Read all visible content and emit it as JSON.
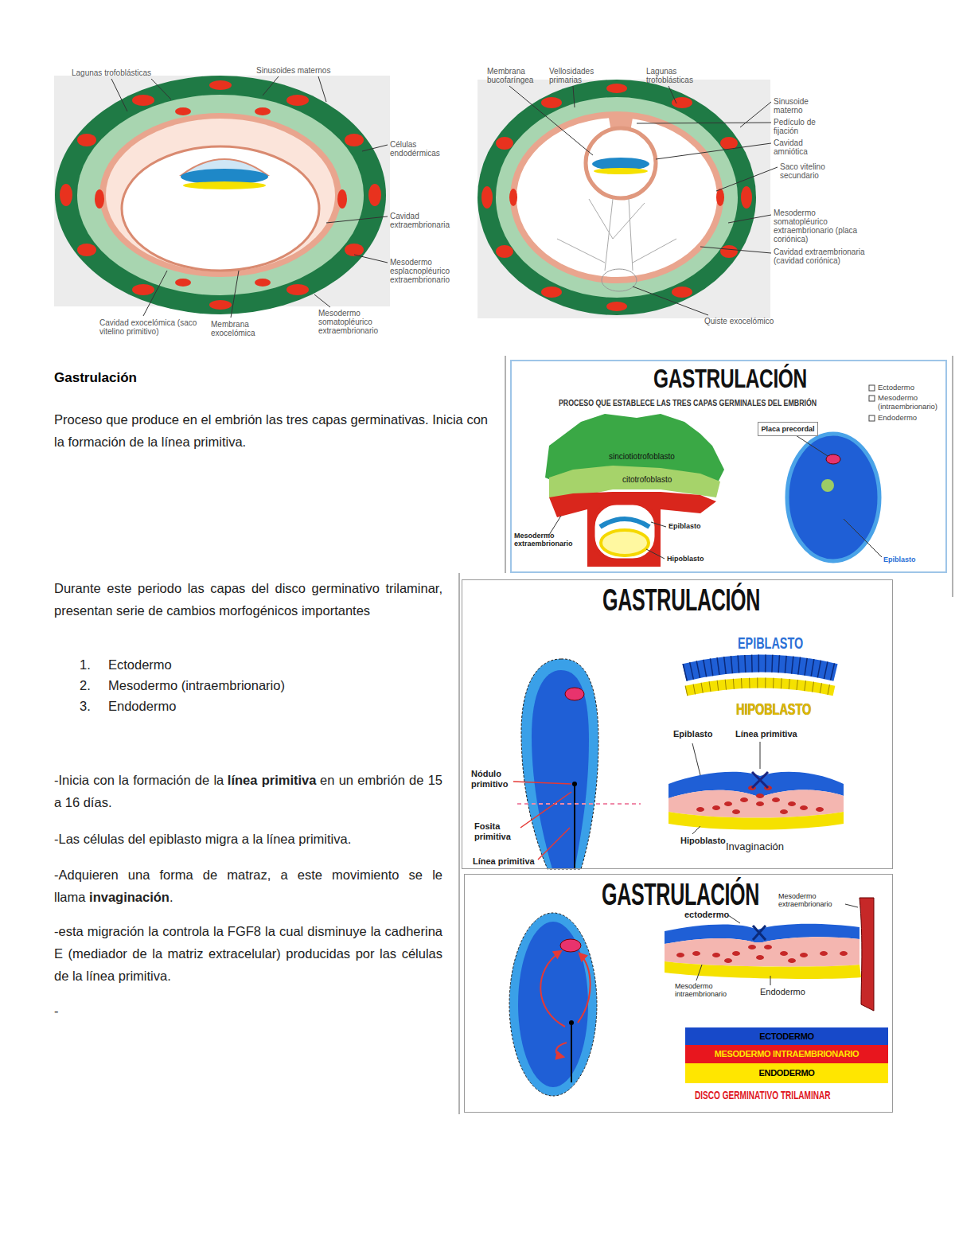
{
  "diagram": {
    "title": "Gastrulación",
    "nodes": [
      {
        "text": [
          "GASTRULACIÓN",
          "PROCESO QUE ESTABLECE LAS TRES CAPAS GERMINALES DEL EMBRIÓN"
        ]
      },
      {
        "text": [
          "Placa precordal"
        ],
        "in": 0
      },
      {
        "text": [
          "GASTRULACIÓN"
        ]
      },
      {
        "text": [
          "GASTRULACIÓN"
        ]
      },
      {
        "text": [
          "ECTODERMO"
        ],
        "in": 3
      },
      {
        "text": [
          "MESODERMO INTRAEMBRIONARIO"
        ],
        "in": 3
      },
      {
        "text": [
          "ENDODERMO"
        ],
        "in": 3
      }
    ],
    "labels": [
      "Lagunas trofoblásticas",
      "Sinusoides maternos",
      "Células endodérmicas",
      "Cavidad extraembrionaria",
      "Mesodermo esplacnopléurico extraembrionario",
      "Mesodermo somatopléurico extraembrionario",
      "Membrana exocelómica",
      "Cavidad exocelómica (saco vitelino primitivo)",
      "Membrana bucofaríngea",
      "Vellosidades primarias",
      "Lagunas trofoblásticas",
      "Sinusoide materno",
      "Pedículo de fijación",
      "Cavidad amniótica",
      "Saco vitelino secundario",
      "Mesodermo somatopléurico extraembrionario (placa coriónica)",
      "Cavidad extraembrionaria (cavidad coriónica)",
      "Quiste exocelómico",
      "Proceso que produce en el embrión las tres capas germinativas. Inicia con la formación de la línea primitiva.",
      "Durante este periodo las capas del disco germinativo trilaminar, presentan serie de cambios morfogénicos importantes",
      "1.",
      "Ectodermo",
      "2.",
      "Mesodermo (intraembrionario)",
      "3.",
      "Endodermo",
      "-Inicia con la formación de la",
      "línea primitiva",
      "en un embrión de 15 a 16 días.",
      "-Las células del epiblasto migra a la línea primitiva.",
      "-Adquieren una forma de matraz, a este movimiento se le llama",
      "invaginación",
      ".",
      "-esta migración la controla la FGF8 la cual disminuye la cadherina E (mediador de la matriz extracelular) producidas por las células de la línea primitiva.",
      "-",
      "Ectodermo",
      "Mesodermo (intraembrionario)",
      "Endodermo",
      "sinciotiotrofoblasto",
      "citotrofoblasto",
      "Mesodermo extraembrionario",
      "Epiblasto",
      "Hipoblasto",
      "Epiblasto",
      "EPIBLASTO",
      "HIPOBLASTO",
      "Epiblasto",
      "Línea primitiva",
      "Nódulo primitivo",
      "Fosita primitiva",
      "Línea primitiva",
      "Hipoblasto",
      "Invaginación",
      "Mesodermo extraembrionario",
      "ectodermo",
      "Mesodermo intraembrionario",
      "Endodermo",
      "DISCO GERMINATIVO TRILAMINAR"
    ]
  }
}
